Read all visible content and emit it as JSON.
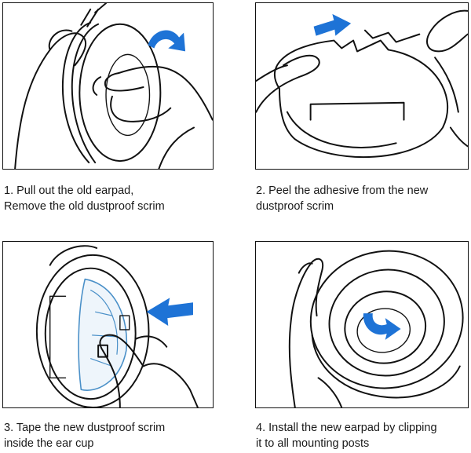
{
  "steps": [
    {
      "line1": "1. Pull out the old earpad,",
      "line2": "Remove the old dustproof scrim",
      "arrow_icon": "curved-arrow-icon"
    },
    {
      "line1": "2. Peel the adhesive from the new",
      "line2": "dustproof scrim",
      "arrow_icon": "right-arrow-icon"
    },
    {
      "line1": "3. Tape the new dustproof scrim",
      "line2": "inside the ear cup",
      "arrow_icon": "left-arrow-icon"
    },
    {
      "line1": "4. Install the new earpad by clipping",
      "line2": "it to all mounting posts",
      "arrow_icon": "curved-arrow-icon"
    }
  ],
  "colors": {
    "arrow": "#1e73d6",
    "scrim_outline": "#4a90c8",
    "line_art": "#111111"
  }
}
